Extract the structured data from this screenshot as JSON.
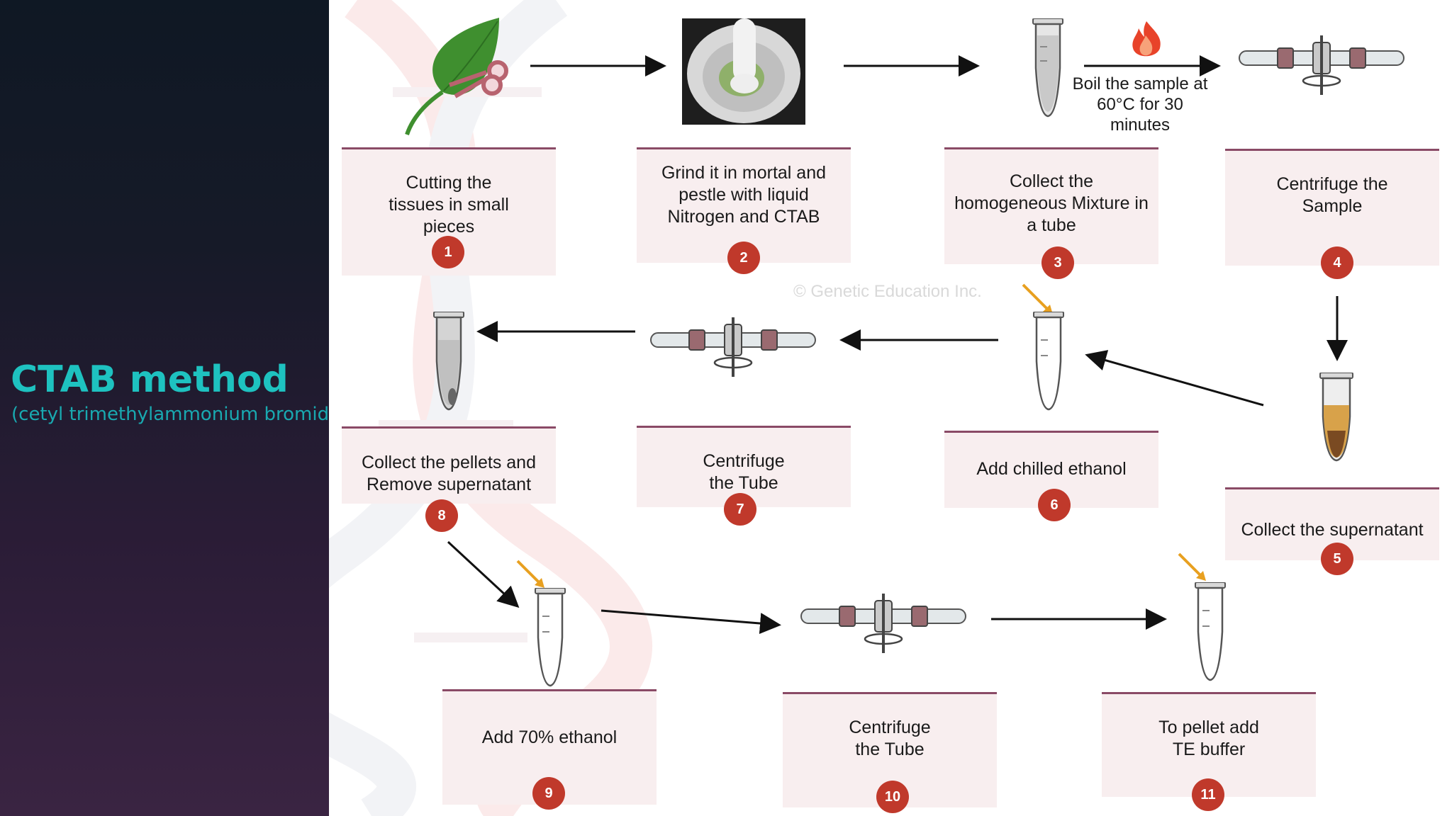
{
  "slide": {
    "title": "CTAB method",
    "subtitle": "(cetyl trimethylammonium bromide)"
  },
  "diagram": {
    "watermark": "© Genetic Education Inc.",
    "boil_note": "Boil the sample at 60°C for 30 minutes",
    "steps": [
      {
        "number": "1",
        "label": "Cutting the tissues in small pieces"
      },
      {
        "number": "2",
        "label": "Grind it in mortal and pestle with liquid Nitrogen and CTAB"
      },
      {
        "number": "3",
        "label": "Collect the homogeneous Mixture in a tube"
      },
      {
        "number": "4",
        "label": "Centrifuge the Sample"
      },
      {
        "number": "5",
        "label": "Collect the supernatant"
      },
      {
        "number": "6",
        "label": "Add chilled ethanol"
      },
      {
        "number": "7",
        "label": "Centrifuge the Tube"
      },
      {
        "number": "8",
        "label": "Collect the pellets and Remove supernatant"
      },
      {
        "number": "9",
        "label": "Add 70% ethanol"
      },
      {
        "number": "10",
        "label": "Centrifuge the Tube"
      },
      {
        "number": "11",
        "label": "To pellet add TE buffer"
      }
    ]
  },
  "colors": {
    "title": "#1ec2c0",
    "badge": "#c0392b",
    "box_border": "#8a4a66",
    "leaf": "#3f8f2f",
    "flame": "#e8432a",
    "pointer": "#e8a020"
  },
  "icons": [
    "leaf-with-scissors-icon",
    "mortar-pestle-icon",
    "flame-icon",
    "microcentrifuge-tube-icon",
    "centrifuge-rotor-icon",
    "pointer-arrow-icon"
  ]
}
